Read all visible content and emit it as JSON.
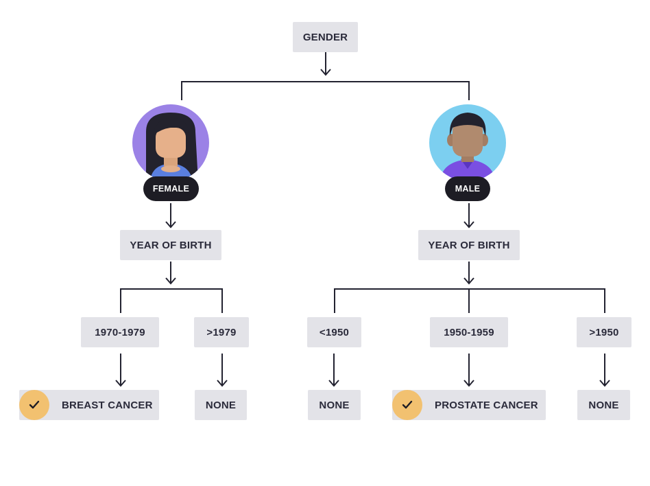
{
  "diagram": {
    "root": {
      "label": "GENDER"
    },
    "female": {
      "label": "FEMALE",
      "avatar_icon": "female-avatar-icon",
      "avatar_bg": "#9b82e6",
      "question": "YEAR OF BIRTH",
      "branches": [
        {
          "label": "1970-1979",
          "outcome": "BREAST CANCER",
          "checked": true
        },
        {
          "label": ">1979",
          "outcome": "NONE",
          "checked": false
        }
      ]
    },
    "male": {
      "label": "MALE",
      "avatar_icon": "male-avatar-icon",
      "avatar_bg": "#7ccff0",
      "question": "YEAR OF BIRTH",
      "branches": [
        {
          "label": "<1950",
          "outcome": "NONE",
          "checked": false
        },
        {
          "label": "1950-1959",
          "outcome": "PROSTATE CANCER",
          "checked": true
        },
        {
          "label": ">1950",
          "outcome": "NONE",
          "checked": false
        }
      ]
    },
    "colors": {
      "box_bg": "#e3e3e8",
      "pill_bg": "#1d1c24",
      "check_bg": "#f2c170",
      "line": "#222230"
    }
  }
}
